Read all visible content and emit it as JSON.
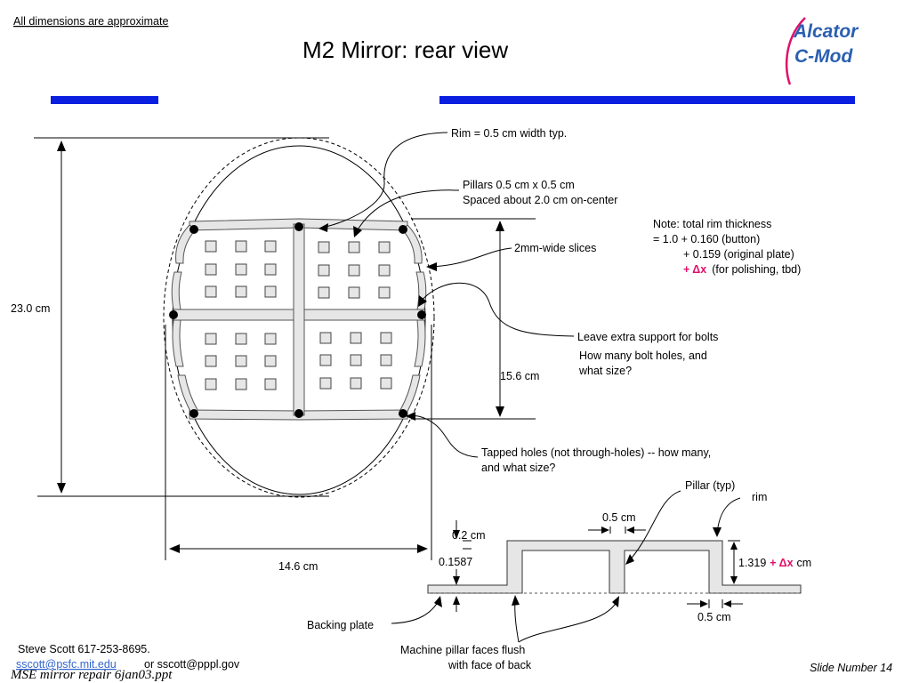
{
  "header": {
    "disclaimer": "All dimensions are approximate",
    "title": "M2 Mirror:  rear view",
    "logo_line1": "Alcator",
    "logo_line2": "C-Mod"
  },
  "annotations": {
    "rim": "Rim = 0.5 cm width typ.",
    "pillars_1": "Pillars 0.5 cm x 0.5 cm",
    "pillars_2": "Spaced about 2.0 cm on-center",
    "slices": "2mm-wide  slices",
    "note_1": "Note:  total rim thickness",
    "note_2": "= 1.0 + 0.160 (button)",
    "note_3": "+ 0.159 (original plate)",
    "note_4_plus": "+ Δx",
    "note_4_rest": "(for polishing, tbd)",
    "bolts_1": "Leave extra support for bolts",
    "bolts_2": "How many bolt holes, and",
    "bolts_3": "what size?",
    "tapped_1": "Tapped holes (not through-holes)  -- how many,",
    "tapped_2": "and what size?",
    "pillar_typ": "Pillar (typ)",
    "rim_label": "rim",
    "backing_plate": "Backing plate",
    "machine_1": "Machine pillar faces flush",
    "machine_2": "with face of back"
  },
  "dimensions": {
    "height": "23.0 cm",
    "width": "14.6 cm",
    "inner_height": "15.6 cm",
    "pillar_width": "0.5 cm",
    "plate_thickness_top": "0.2 cm",
    "plate_thickness": "0.1587",
    "rim_height_value": "1.319",
    "rim_height_dx": "+ Δx",
    "rim_height_unit": "cm",
    "rim_width": "0.5 cm"
  },
  "footer": {
    "author": "Steve Scott  617-253-8695.",
    "email1": "sscott@psfc.mit.edu",
    "email2": "or sscott@pppl.gov",
    "file": "MSE mirror repair 6jan03.ppt",
    "slide_number": "Slide Number 14"
  },
  "colors": {
    "accent_bar": "#0a1fe0",
    "highlight": "#e0106a",
    "logo": "#2a5fb0"
  }
}
